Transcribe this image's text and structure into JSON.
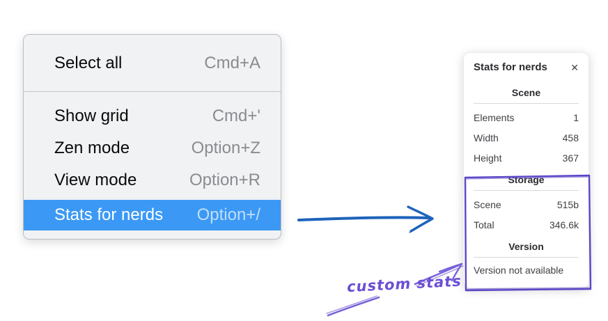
{
  "context_menu": {
    "items": [
      {
        "label": "Select all",
        "shortcut": "Cmd+A",
        "highlighted": false
      },
      {
        "label": "Show grid",
        "shortcut": "Cmd+'",
        "highlighted": false
      },
      {
        "label": "Zen mode",
        "shortcut": "Option+Z",
        "highlighted": false
      },
      {
        "label": "View mode",
        "shortcut": "Option+R",
        "highlighted": false
      },
      {
        "label": "Stats for nerds",
        "shortcut": "Option+/",
        "highlighted": true
      }
    ]
  },
  "stats_panel": {
    "title": "Stats for nerds",
    "close_icon": "✕",
    "sections": [
      {
        "heading": "Scene",
        "rows": [
          {
            "label": "Elements",
            "value": "1"
          },
          {
            "label": "Width",
            "value": "458"
          },
          {
            "label": "Height",
            "value": "367"
          }
        ]
      },
      {
        "heading": "Storage",
        "rows": [
          {
            "label": "Scene",
            "value": "515b"
          },
          {
            "label": "Total",
            "value": "346.6k"
          }
        ]
      },
      {
        "heading": "Version",
        "note": "Version not available"
      }
    ]
  },
  "annotation": {
    "label": "custom stats"
  },
  "colors": {
    "menu_highlight_blue": "#3b99f5",
    "arrow_blue": "#1d63ba",
    "annotation_purple": "#6c4fd4",
    "highlight_box_purple": "#5b46c6"
  }
}
